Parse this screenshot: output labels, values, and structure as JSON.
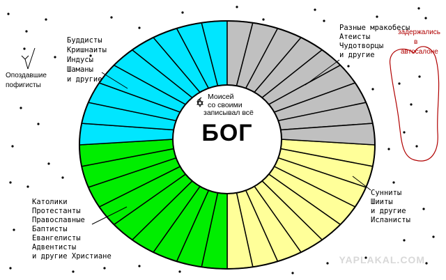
{
  "center": {
    "label": "БОГ",
    "moses_lines": [
      "Моисей",
      "со своими",
      "записывал всё"
    ]
  },
  "groups": {
    "buddhists": {
      "lines": [
        "Буддисты",
        "Кришнаиты",
        "Индусы",
        "Шаманы",
        "и другие"
      ],
      "color": "#00e6ff"
    },
    "others": {
      "lines": [
        "Разные мракобесы",
        "Атеисты",
        "Чудотворцы",
        "и другие"
      ],
      "color": "#c0c0c0"
    },
    "muslims": {
      "lines": [
        "Сунниты",
        "Шииты",
        "и другие",
        "Исланисты"
      ],
      "color": "#ffff99"
    },
    "christians": {
      "lines": [
        "Католики",
        "Протестанты",
        "Православные",
        "Баптисты",
        "Евангелисты",
        "Адвентисты",
        "и другие Христиане"
      ],
      "color": "#00ee00"
    }
  },
  "late_note": {
    "lines": [
      "Опоздавшие",
      "пофигисты"
    ]
  },
  "delayed_note": {
    "lines": [
      "задержались",
      "в",
      "автосалоне"
    ],
    "color": "#b00000"
  },
  "watermark": "YAPLAKAL.COM"
}
